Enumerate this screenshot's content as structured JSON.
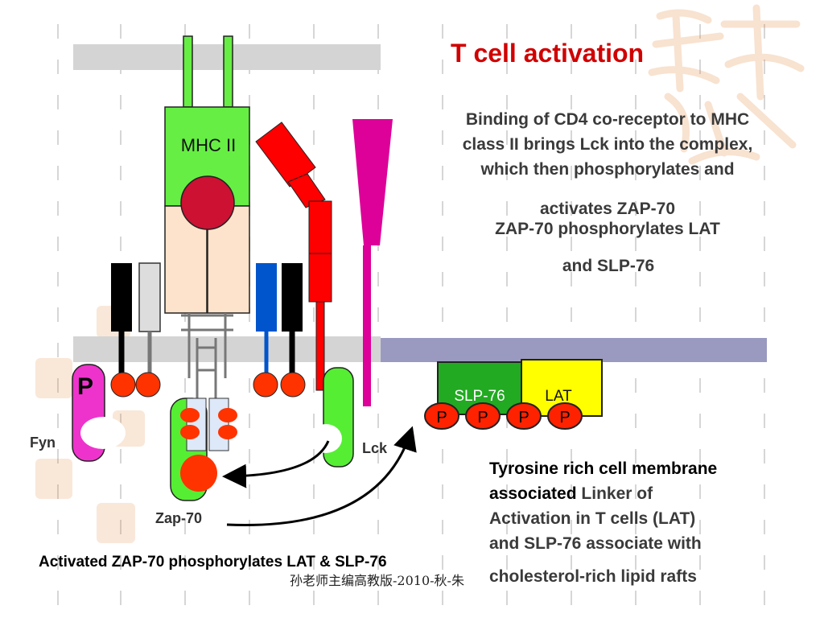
{
  "slide": {
    "title": "T cell activation",
    "description": [
      "Binding of CD4 co-receptor to MHC",
      "class II brings Lck into the complex,",
      "which then phosphorylates and",
      "activates ZAP-70",
      "ZAP-70 phosphorylates LAT",
      "and SLP-76"
    ],
    "rafts_text": {
      "bold_part": "Tyrosine rich cell membrane associated",
      "rest_line1": "Linker of",
      "rest_line2": "Activation in T cells (LAT)",
      "rest_line3": "and SLP-76 associate with",
      "rest_line4": "cholesterol-rich lipid rafts"
    },
    "caption": "Activated ZAP-70 phosphorylates LAT & SLP-76",
    "footer": "孙老师主编高教版-2010-秋-朱"
  },
  "diagram": {
    "mhc_label": "MHC II",
    "phospho_label": "P",
    "fyn_label": "Fyn",
    "lck_label": "Lck",
    "zap70_label": "Zap-70",
    "slp76_label": "SLP-76",
    "lat_label": "LAT",
    "phospho_badges": [
      "P",
      "P",
      "P",
      "P"
    ],
    "colors": {
      "mhc": "#66ee44",
      "mhc_outline": "#222222",
      "cd4": "#ff0000",
      "tcr_pink": "#dd0099",
      "membrane_gray": "#d4d4d4",
      "membrane_blue": "#9a9ac0",
      "red_dot": "#ff3300",
      "slp76": "#22aa22",
      "lat": "#ffff00",
      "fyn": "#ee33cc",
      "lck": "#55ee33",
      "title": "#d00000"
    }
  }
}
